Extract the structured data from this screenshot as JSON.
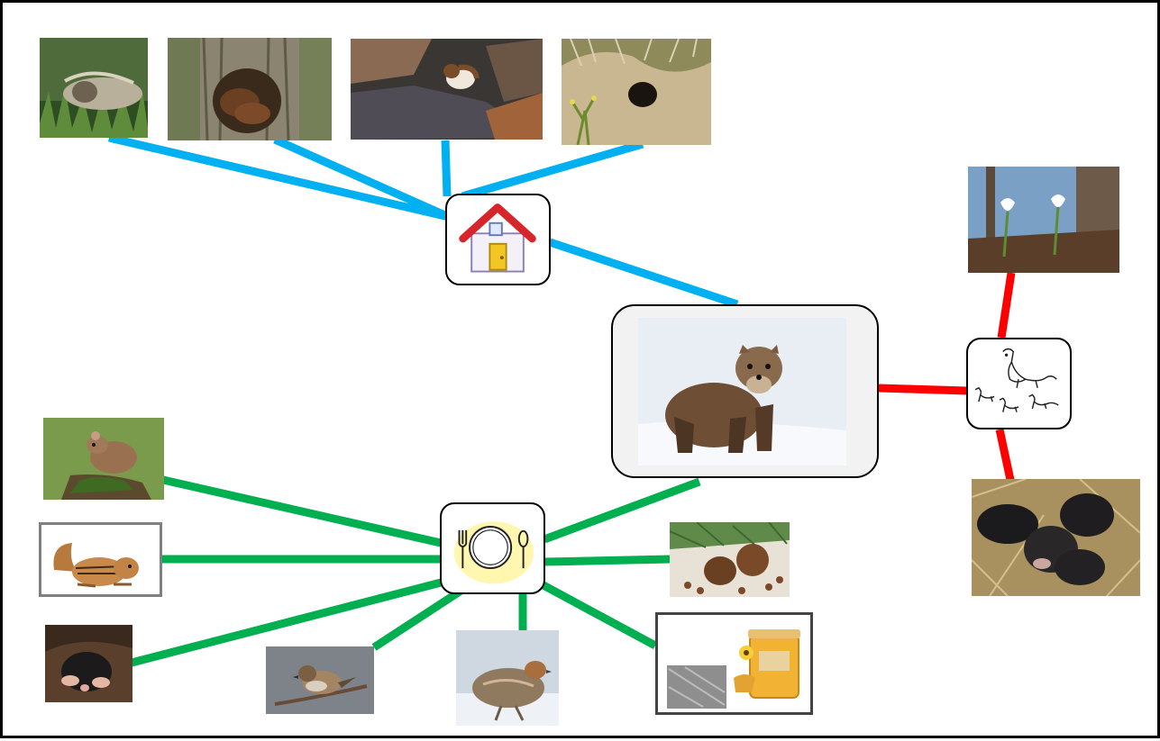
{
  "colors": {
    "habitat_link": "#00b0f0",
    "food_link": "#00b050",
    "offspring_link": "#ff0000",
    "frame_border": "#000000",
    "center_fill": "#f2f2f2"
  },
  "diagram": {
    "center": {
      "id": "center",
      "subject": "marten-photo"
    },
    "hubs": [
      {
        "id": "habitat",
        "icon": "house-icon"
      },
      {
        "id": "food",
        "icon": "plate-fork-spoon-icon"
      },
      {
        "id": "offspring",
        "icon": "marten-family-drawing-icon"
      }
    ],
    "leaves": [
      {
        "id": "hollow-log",
        "hub": "habitat",
        "subject": "fallen-hollow-log-photo"
      },
      {
        "id": "tree-hollow",
        "hub": "habitat",
        "subject": "tree-hollow-photo"
      },
      {
        "id": "rocks",
        "hub": "habitat",
        "subject": "weasel-on-rocks-photo"
      },
      {
        "id": "burrow",
        "hub": "habitat",
        "subject": "ground-burrow-photo"
      },
      {
        "id": "snowdrops",
        "hub": "offspring",
        "subject": "spring-snowdrops-photo"
      },
      {
        "id": "kits",
        "hub": "offspring",
        "subject": "newborn-kits-photo"
      },
      {
        "id": "mouse",
        "hub": "food",
        "subject": "mouse-photo"
      },
      {
        "id": "chipmunk",
        "hub": "food",
        "subject": "chipmunk-photo"
      },
      {
        "id": "mole",
        "hub": "food",
        "subject": "mole-photo"
      },
      {
        "id": "sparrow",
        "hub": "food",
        "subject": "sparrow-photo"
      },
      {
        "id": "partridge",
        "hub": "food",
        "subject": "partridge-photo"
      },
      {
        "id": "pinecones",
        "hub": "food",
        "subject": "pine-cones-and-nuts-photo"
      },
      {
        "id": "honey",
        "hub": "food",
        "subject": "honey-and-honeycomb-photo"
      }
    ],
    "links": [
      {
        "from": "center",
        "to": "habitat",
        "color": "habitat_link"
      },
      {
        "from": "habitat",
        "to": "hollow-log",
        "color": "habitat_link"
      },
      {
        "from": "habitat",
        "to": "tree-hollow",
        "color": "habitat_link"
      },
      {
        "from": "habitat",
        "to": "rocks",
        "color": "habitat_link"
      },
      {
        "from": "habitat",
        "to": "burrow",
        "color": "habitat_link"
      },
      {
        "from": "center",
        "to": "offspring",
        "color": "offspring_link"
      },
      {
        "from": "offspring",
        "to": "snowdrops",
        "color": "offspring_link"
      },
      {
        "from": "offspring",
        "to": "kits",
        "color": "offspring_link"
      },
      {
        "from": "center",
        "to": "food",
        "color": "food_link"
      },
      {
        "from": "food",
        "to": "mouse",
        "color": "food_link"
      },
      {
        "from": "food",
        "to": "chipmunk",
        "color": "food_link"
      },
      {
        "from": "food",
        "to": "mole",
        "color": "food_link"
      },
      {
        "from": "food",
        "to": "sparrow",
        "color": "food_link"
      },
      {
        "from": "food",
        "to": "partridge",
        "color": "food_link"
      },
      {
        "from": "food",
        "to": "pinecones",
        "color": "food_link"
      },
      {
        "from": "food",
        "to": "honey",
        "color": "food_link"
      }
    ]
  }
}
